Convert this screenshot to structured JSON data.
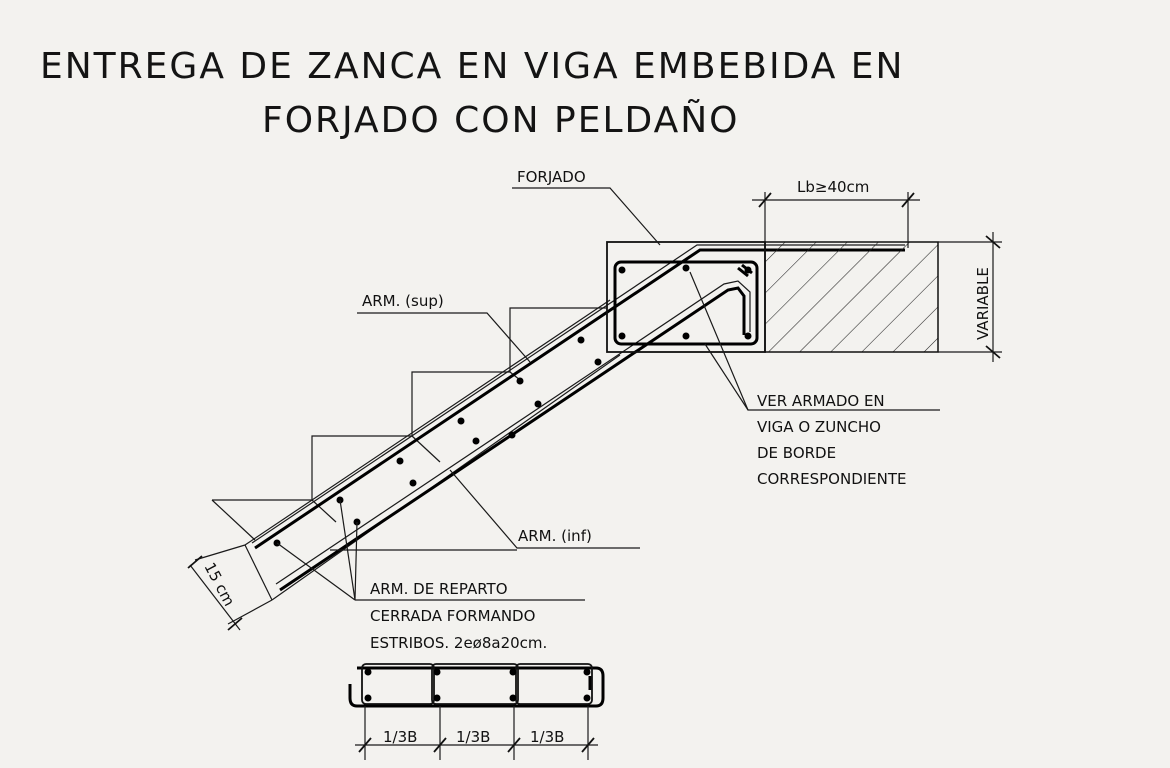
{
  "title": {
    "line1": "ENTREGA DE ZANCA EN VIGA EMBEBIDA EN",
    "line2": "FORJADO CON PELDAÑO"
  },
  "labels": {
    "forjado": "FORJADO",
    "lb": "Lb≥40cm",
    "variable": "VARIABLE",
    "arm_sup": "ARM. (sup)",
    "arm_inf": "ARM. (inf)",
    "ver_armado": [
      "VER ARMADO EN",
      "VIGA O ZUNCHO",
      "DE BORDE",
      "CORRESPONDIENTE"
    ],
    "thickness": "15 cm",
    "reparto": [
      "ARM. DE REPARTO",
      "CERRADA FORMANDO",
      "ESTRIBOS. 2eø8a20cm."
    ],
    "section_dims": [
      "1/3B",
      "1/3B",
      "1/3B"
    ]
  }
}
